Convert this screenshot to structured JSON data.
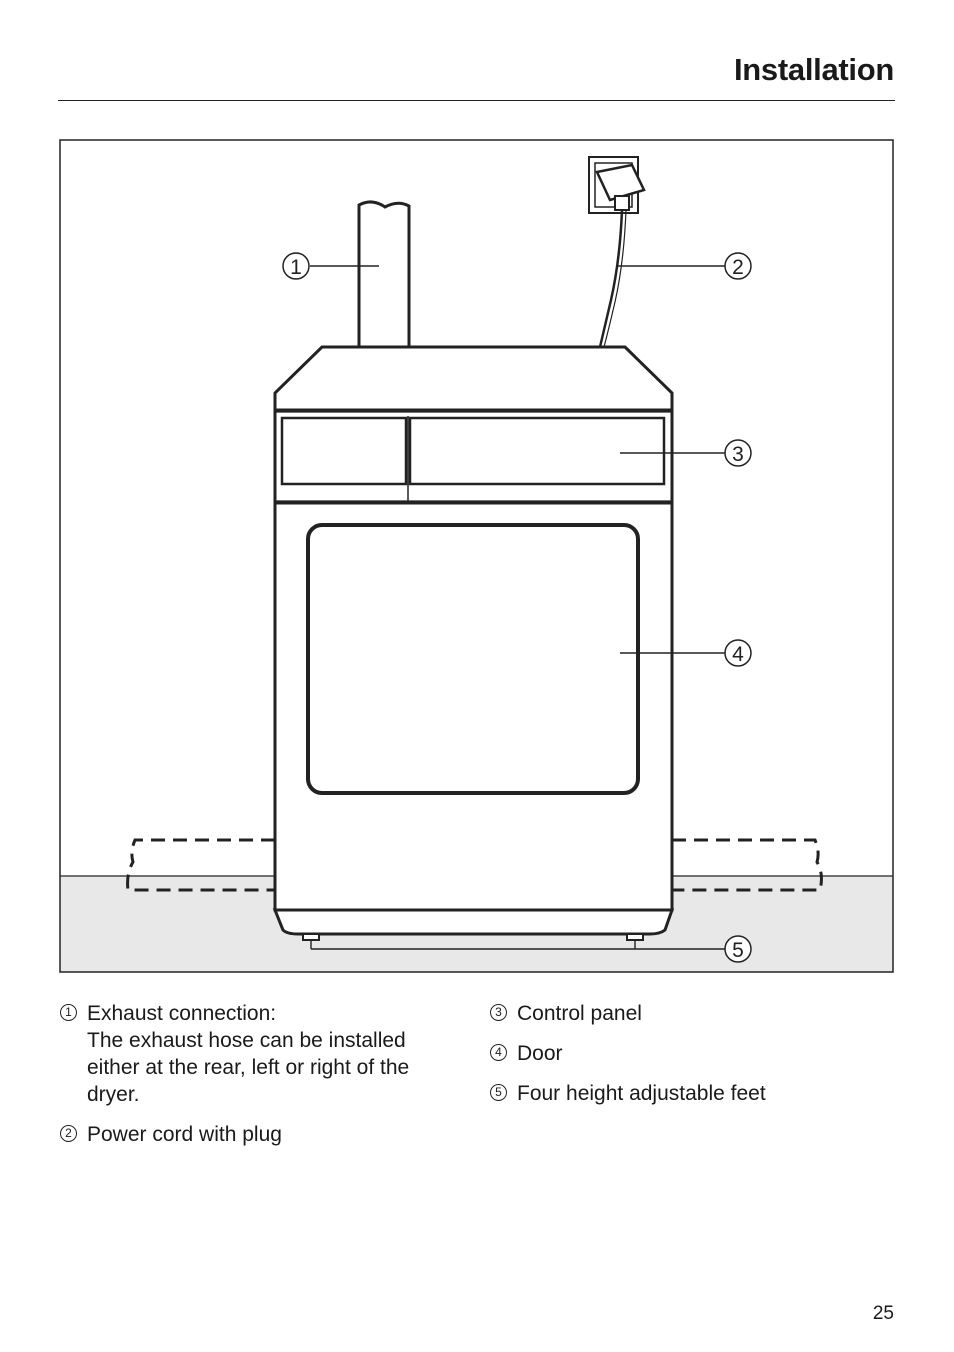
{
  "header": {
    "title": "Installation"
  },
  "figure": {
    "callouts": [
      "1",
      "2",
      "3",
      "4",
      "5"
    ]
  },
  "legend": {
    "items": [
      {
        "num": "1",
        "label": "Exhaust connection:",
        "desc": "The exhaust hose can be installed either at the rear, left or right of the dryer."
      },
      {
        "num": "2",
        "label": "Power cord with plug"
      },
      {
        "num": "3",
        "label": "Control panel"
      },
      {
        "num": "4",
        "label": "Door"
      },
      {
        "num": "5",
        "label": "Four height adjustable feet"
      }
    ]
  },
  "footer": {
    "page_number": "25"
  }
}
